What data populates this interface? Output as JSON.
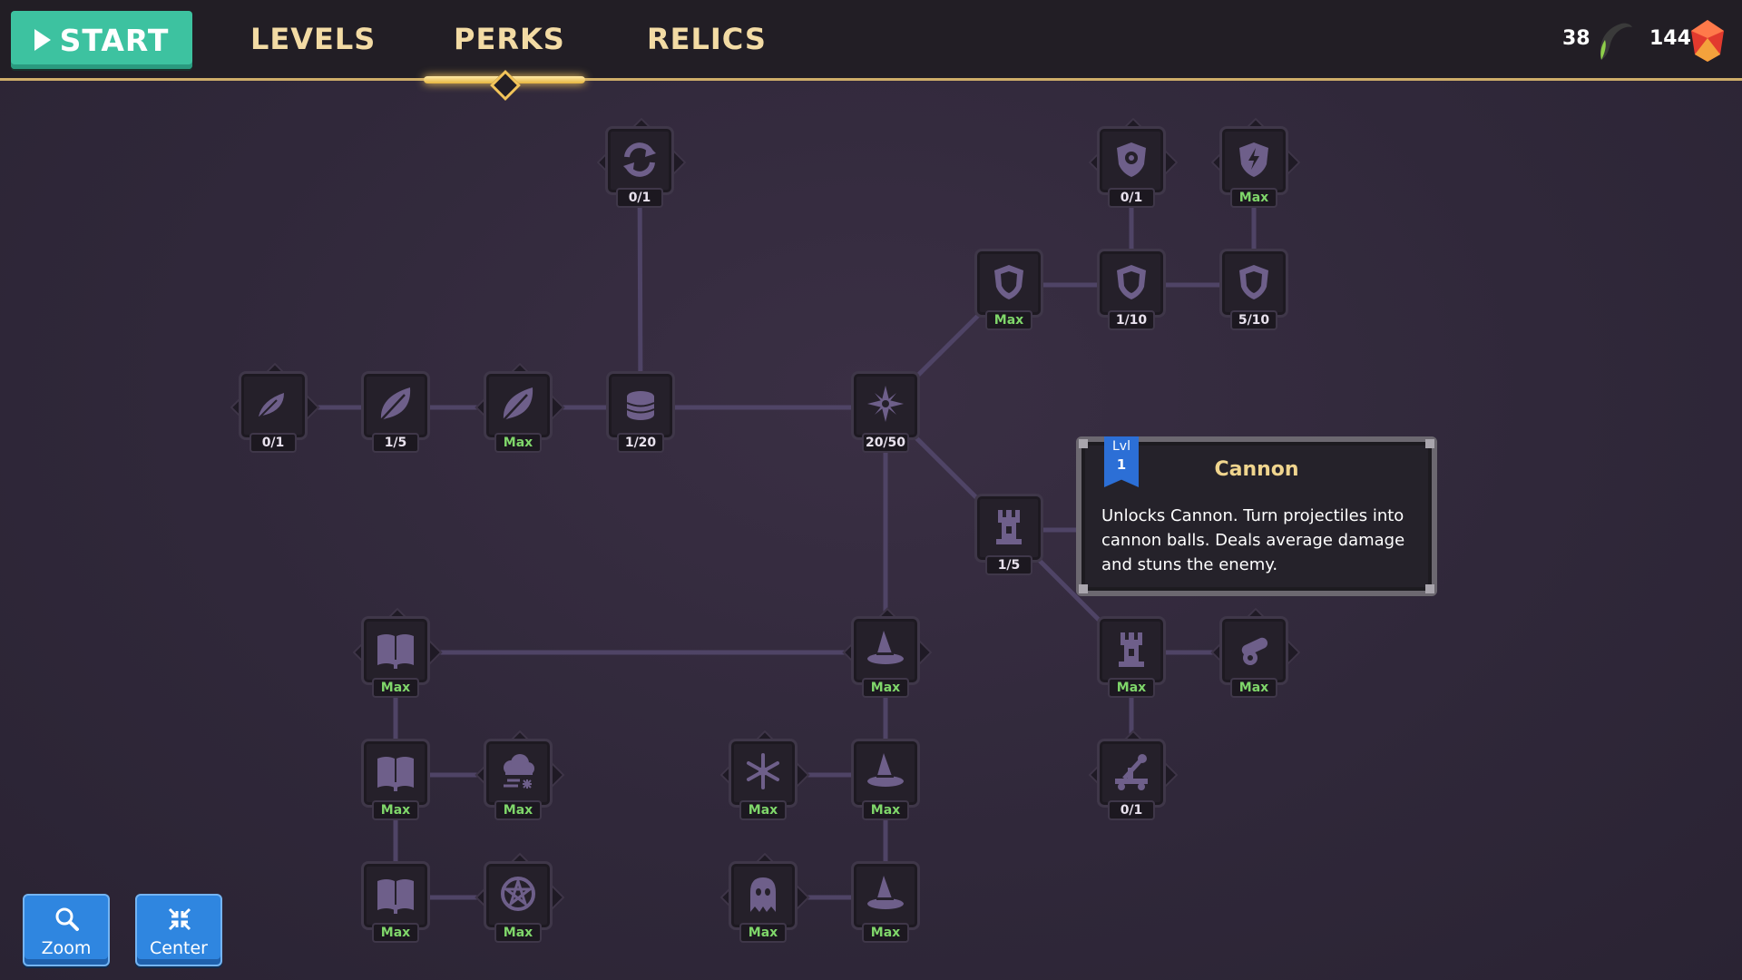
{
  "topbar": {
    "start_label": "START",
    "tabs": [
      {
        "label": "LEVELS",
        "active": false
      },
      {
        "label": "PERKS",
        "active": true
      },
      {
        "label": "RELICS",
        "active": false
      }
    ],
    "currency": {
      "horns": "38",
      "gems": "144"
    }
  },
  "nodes": [
    {
      "icon": "recycle-icon",
      "level": "0/1",
      "max": false
    },
    {
      "icon": "shield-gear-icon",
      "level": "0/1",
      "max": false
    },
    {
      "icon": "shield-lightning-icon",
      "level": "Max",
      "max": true
    },
    {
      "icon": "shield-icon",
      "level": "Max",
      "max": true
    },
    {
      "icon": "shield-icon",
      "level": "1/10",
      "max": false
    },
    {
      "icon": "shield-icon",
      "level": "5/10",
      "max": false
    },
    {
      "icon": "leaf-small-icon",
      "level": "0/1",
      "max": false
    },
    {
      "icon": "leaf-icon",
      "level": "1/5",
      "max": false
    },
    {
      "icon": "leaf-icon",
      "level": "Max",
      "max": true
    },
    {
      "icon": "coin-stack-icon",
      "level": "1/20",
      "max": false
    },
    {
      "icon": "compass-star-icon",
      "level": "20/50",
      "max": false
    },
    {
      "icon": "tower-icon",
      "level": "1/5",
      "max": false
    },
    {
      "icon": "spellbook-icon",
      "level": "Max",
      "max": true
    },
    {
      "icon": "wizard-hat-icon",
      "level": "Max",
      "max": true
    },
    {
      "icon": "tower-icon",
      "level": "Max",
      "max": true
    },
    {
      "icon": "cannon-icon",
      "level": "Max",
      "max": true
    },
    {
      "icon": "spellbook-icon",
      "level": "Max",
      "max": true
    },
    {
      "icon": "storm-cloud-icon",
      "level": "Max",
      "max": true
    },
    {
      "icon": "snowflake-icon",
      "level": "Max",
      "max": true
    },
    {
      "icon": "wizard-hat-icon",
      "level": "Max",
      "max": true
    },
    {
      "icon": "catapult-icon",
      "level": "0/1",
      "max": false
    },
    {
      "icon": "spellbook-icon",
      "level": "Max",
      "max": true
    },
    {
      "icon": "pentagram-icon",
      "level": "Max",
      "max": true
    },
    {
      "icon": "ghost-icon",
      "level": "Max",
      "max": true
    },
    {
      "icon": "wizard-hat-icon",
      "level": "Max",
      "max": true
    }
  ],
  "tooltip": {
    "level_label": "Lvl",
    "level_value": "1",
    "title": "Cannon",
    "description": "Unlocks Cannon. Turn projectiles into cannon balls. Deals average damage and stuns the enemy."
  },
  "controls": {
    "zoom_label": "Zoom",
    "center_label": "Center"
  },
  "colors": {
    "accent_green": "#3dc2a0",
    "max_text": "#7fd66a",
    "icon_purple": "#6e5f8a",
    "edge": "#4f4466",
    "tab_gold": "#f3dba4",
    "button_blue": "#2f86e0"
  }
}
